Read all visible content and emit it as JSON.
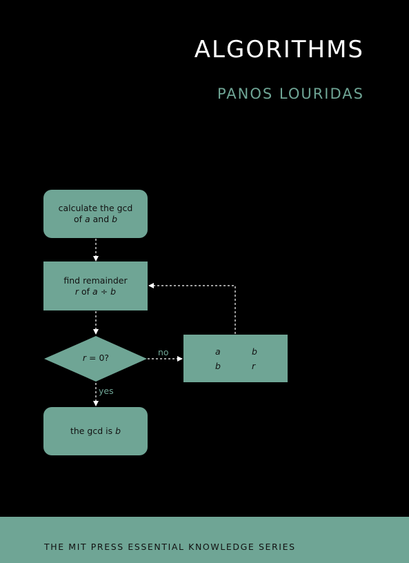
{
  "cover": {
    "title": "ALGORITHMS",
    "author": "PANOS LOURIDAS",
    "series": "THE MIT PRESS ESSENTIAL KNOWLEDGE SERIES"
  },
  "flowchart": {
    "start": {
      "line1": "calculate the gcd",
      "line2_prefix": "of ",
      "var_a": "a",
      "line2_mid": " and ",
      "var_b": "b"
    },
    "step": {
      "line1": "find remainder",
      "var_r": "r",
      "line2_mid": " of ",
      "var_a": "a",
      "op": " ÷ ",
      "var_b": "b"
    },
    "decision": {
      "var_r": "r",
      "text": " = 0?"
    },
    "edge_no": "no",
    "edge_yes": "yes",
    "assign": {
      "row1_left": "a",
      "row1_right": "b",
      "row2_left": "b",
      "row2_right": "r"
    },
    "end": {
      "text": "the gcd is ",
      "var_b": "b"
    }
  },
  "colors": {
    "background": "#000000",
    "accent": "#6fa595",
    "title": "#ffffff"
  }
}
